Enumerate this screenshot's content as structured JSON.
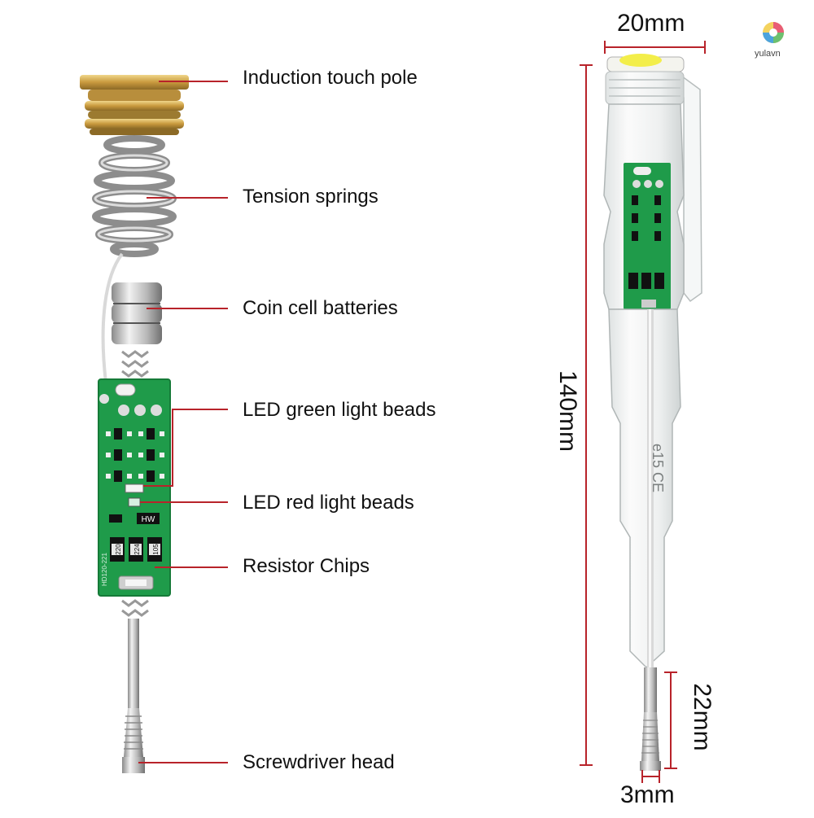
{
  "callouts": [
    "Induction touch pole",
    "Tension springs",
    "Coin cell batteries",
    "LED green light beads",
    "LED red light beads",
    "Resistor Chips",
    "Screwdriver head"
  ],
  "dimensions": {
    "width_top": "20mm",
    "total_length": "140mm",
    "tip_length": "22mm",
    "tip_width": "3mm"
  },
  "pcb_text": {
    "r1": "220",
    "r2": "224",
    "r3": "105",
    "model": "HD120-221",
    "chip": "HW",
    "side_marking": "e15 CE"
  },
  "brand": "yulavn",
  "colors": {
    "leader_line": "#b8232a",
    "brass": "#c9a04a",
    "pcb": "#1f9b4a",
    "steel": "#c9c9c9"
  }
}
